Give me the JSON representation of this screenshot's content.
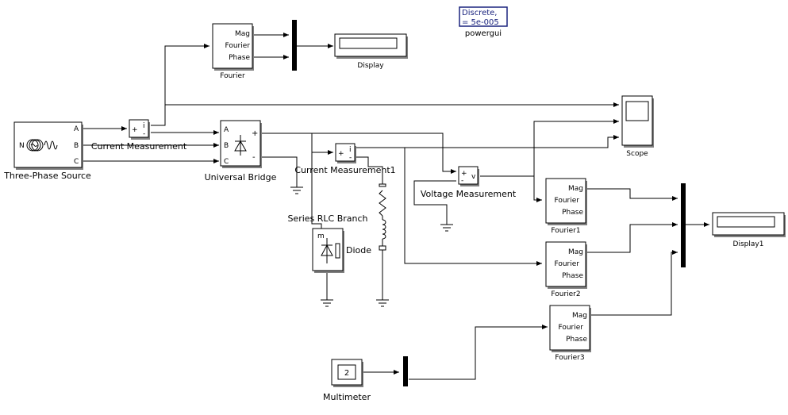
{
  "powergui": {
    "line1": "Discrete,",
    "line2": "= 5e-005",
    "label": "powergui"
  },
  "blocks": {
    "fourier": {
      "label": "Fourier",
      "ports": [
        "Mag",
        "Fourier",
        "Phase"
      ]
    },
    "fourier1": {
      "label": "Fourier1",
      "ports": [
        "Mag",
        "Fourier",
        "Phase"
      ]
    },
    "fourier2": {
      "label": "Fourier2",
      "ports": [
        "Mag",
        "Fourier",
        "Phase"
      ]
    },
    "fourier3": {
      "label": "Fourier3",
      "ports": [
        "Mag",
        "Fourier",
        "Phase"
      ]
    },
    "display": {
      "label": "Display"
    },
    "display1": {
      "label": "Display1"
    },
    "scope": {
      "label": "Scope"
    },
    "source": {
      "label": "Three-Phase Source",
      "ports": [
        "A",
        "B",
        "C",
        "N"
      ]
    },
    "current_measurement": {
      "label": "Current Measurement",
      "plus": "+",
      "minus": "-",
      "i": "i"
    },
    "current_measurement1": {
      "label": "Current Measurement1",
      "plus": "+",
      "minus": "-",
      "i": "i"
    },
    "bridge": {
      "label": "Universal Bridge",
      "ports": [
        "A",
        "B",
        "C",
        "+",
        "-"
      ]
    },
    "voltage_measurement": {
      "label": "Voltage Measurement",
      "plus": "+",
      "minus": "-",
      "v": "v"
    },
    "rlc": {
      "label": "Series RLC Branch"
    },
    "diode": {
      "label": "Diode",
      "m": "m"
    },
    "multimeter": {
      "label": "Multimeter",
      "value": "2"
    }
  }
}
